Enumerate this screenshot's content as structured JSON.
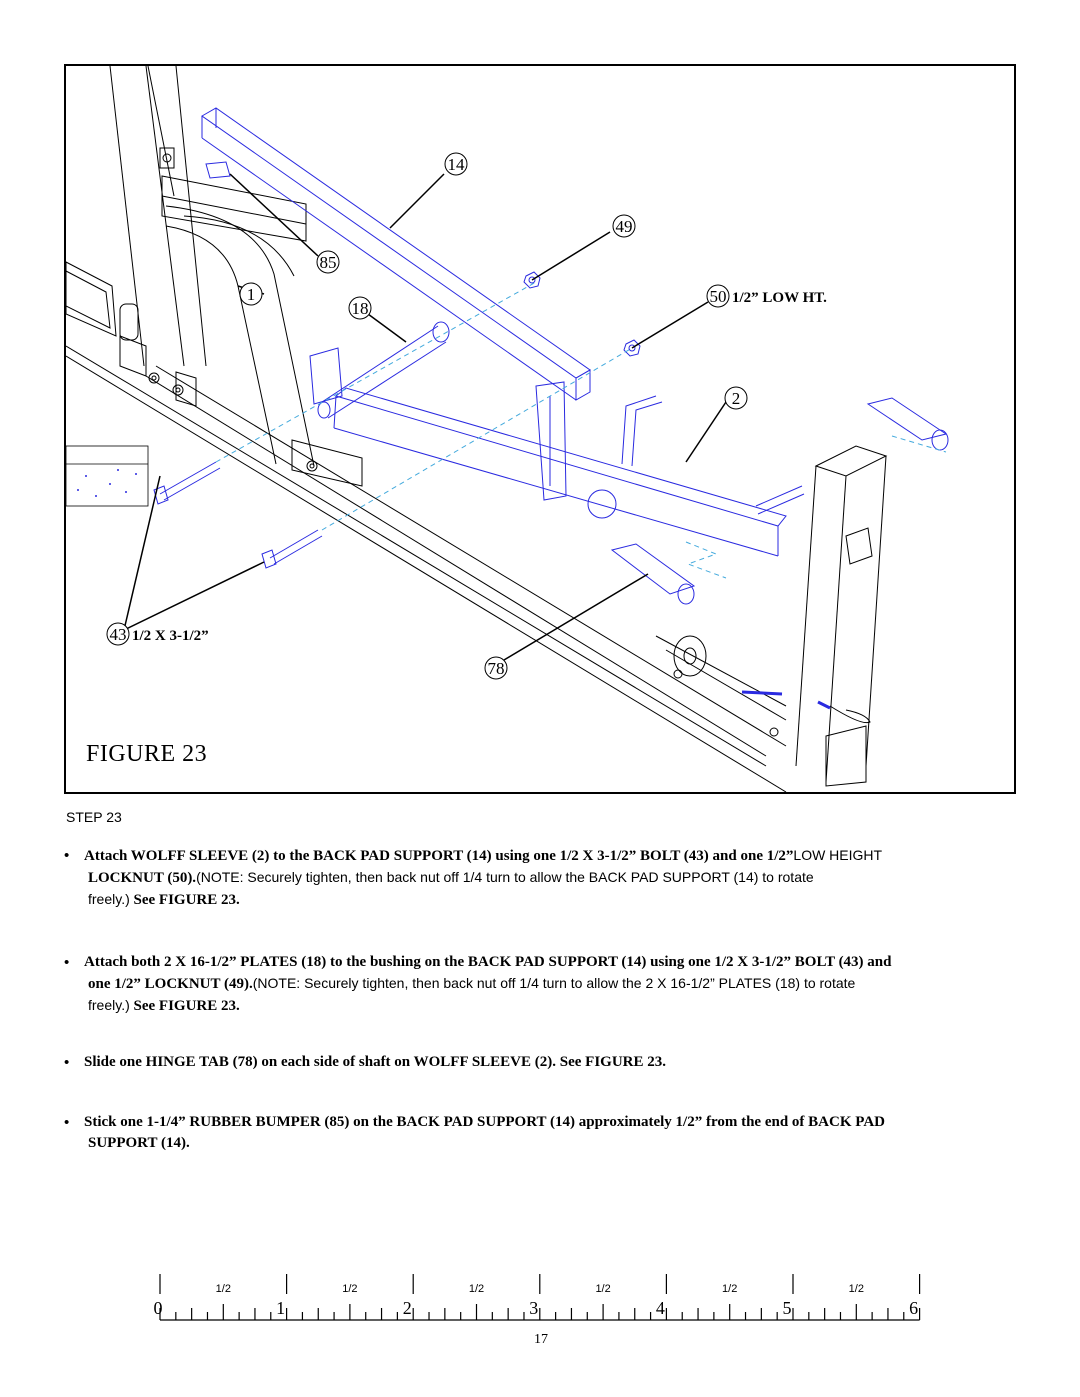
{
  "figure": {
    "caption": "FIGURE 23",
    "callouts": {
      "c14": "14",
      "c49": "49",
      "c85": "85",
      "c1": "1",
      "c18": "18",
      "c50": "50",
      "c50_text": "1/2” LOW HT.",
      "c2": "2",
      "c43": "43",
      "c43_text": "1/2 X 3-1/2”",
      "c78": "78"
    }
  },
  "step_label": "STEP 23",
  "instructions": [
    {
      "lines": [
        {
          "bold": "Attach WOLFF SLEEVE (2) to the BACK PAD SUPPORT (14) using one 1/2 X 3-1/2” BOLT (43) and one 1/2”",
          "plain": "LOW HEIGHT"
        },
        {
          "bold": "LOCKNUT (50).",
          "plain": "(NOTE: Securely tighten, then back nut off 1/4 turn to allow the BACK PAD SUPPORT (14) to rotate"
        },
        {
          "plain": "freely.)",
          "bold": "See FIGURE 23."
        }
      ]
    },
    {
      "lines": [
        {
          "bold": "Attach  both 2 X 16-1/2” PLATES (18) to the bushing on the BACK PAD SUPPORT (14) using one 1/2 X 3-1/2” BOLT (43) and"
        },
        {
          "bold": "one 1/2” LOCKNUT (49).",
          "plain": "(NOTE: Securely tighten, then back nut off 1/4 turn to allow the 2 X 16-1/2” PLATES (18) to rotate"
        },
        {
          "plain": "freely.)",
          "bold": "See FIGURE 23."
        }
      ]
    },
    {
      "lines": [
        {
          "bold": "Slide one HINGE TAB (78) on each side of shaft  on WOLFF SLEEVE (2). See FIGURE 23."
        }
      ]
    },
    {
      "lines": [
        {
          "bold": "Stick one 1-1/4” RUBBER BUMPER (85) on the BACK PAD SUPPORT (14) approximately 1/2” from the end of  BACK PAD"
        },
        {
          "bold": "SUPPORT (14)."
        }
      ]
    }
  ],
  "ruler": {
    "numbers": [
      "0",
      "1",
      "2",
      "3",
      "4",
      "5",
      "6"
    ],
    "half_label": "1/2"
  },
  "page_number": "17",
  "colors": {
    "line": "#000000",
    "part_blue": "#2a2ae0",
    "guide_cyan": "#44aadd"
  }
}
